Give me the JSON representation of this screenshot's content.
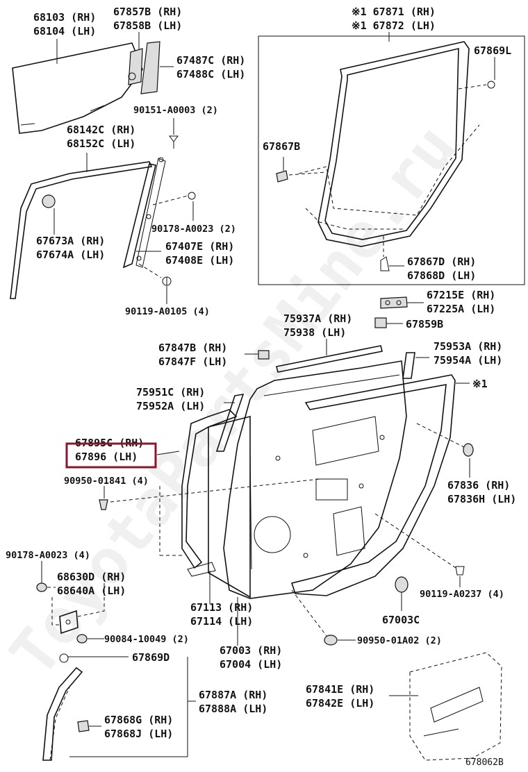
{
  "diagram_id": "678062B",
  "highlight_part": "67896 (LH)",
  "labels": {
    "p68103": "68103 (RH)",
    "p68104": "68104 (LH)",
    "p67857b": "67857B (RH)",
    "p67858b": "67858B (LH)",
    "p67487c": "67487C (RH)",
    "p67488c": "67488C (LH)",
    "p90151": "90151-A0003 (2)",
    "p68142c": "68142C (RH)",
    "p68152c": "68152C (LH)",
    "p90178a": "90178-A0023 (2)",
    "p67673a": "67673A (RH)",
    "p67674a": "67674A (LH)",
    "p67407e": "67407E (RH)",
    "p67408e": "67408E (LH)",
    "p90119a": "90119-A0105 (4)",
    "p67871": "※1 67871 (RH)",
    "p67872": "※1 67872 (LH)",
    "p67869l": "67869L",
    "p67867b": "67867B",
    "p67867d": "67867D (RH)",
    "p67868d": "67868D (LH)",
    "p67215e": "67215E (RH)",
    "p67225a": "67225A (LH)",
    "p67859b": "67859B",
    "p75937a": "75937A (RH)",
    "p75938": "75938 (LH)",
    "p67847b": "67847B (RH)",
    "p67847f": "67847F (LH)",
    "p75953a": "75953A (RH)",
    "p75954a": "75954A (LH)",
    "p1mark": "※1",
    "p75951c": "75951C (RH)",
    "p75952a": "75952A (LH)",
    "p67895c": "67895C (RH)",
    "p67896": "67896 (LH)",
    "p90950a": "90950-01841 (4)",
    "p67836rh": "67836 (RH)",
    "p67836h": "67836H (LH)",
    "p90178b": "90178-A0023 (4)",
    "p68630d": "68630D (RH)",
    "p68640a": "68640A (LH)",
    "p67113": "67113 (RH)",
    "p67114": "67114 (LH)",
    "p90119b": "90119-A0237 (4)",
    "p67003c": "67003C",
    "p90084": "90084-10049 (2)",
    "p67003": "67003 (RH)",
    "p67004": "67004 (LH)",
    "p90950b": "90950-01A02 (2)",
    "p67869d": "67869D",
    "p67887a": "67887A (RH)",
    "p67888a": "67888A (LH)",
    "p67841e": "67841E (RH)",
    "p67842e": "67842E (LH)",
    "p67868g": "67868G (RH)",
    "p67868j": "67868J (LH)",
    "watermark": "ToyotaPartsMine.ru",
    "catalog_code": "678062B"
  },
  "colors": {
    "highlight": "#8a1530",
    "ink": "#111111"
  }
}
